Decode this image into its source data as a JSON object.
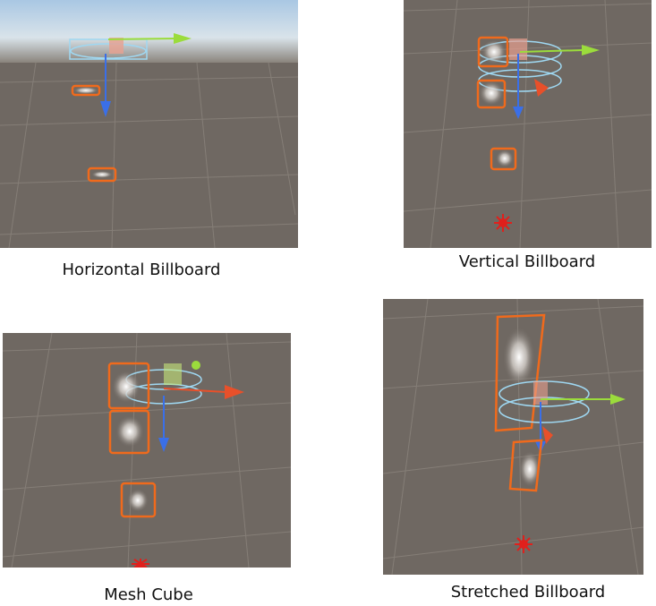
{
  "captions": {
    "horizontal": "Horizontal Billboard",
    "vertical": "Vertical Billboard",
    "mesh": "Mesh Cube",
    "stretched": "Stretched Billboard"
  },
  "colors": {
    "ground": "#6f6862",
    "sky_top": "#b9d4ea",
    "highlight": "#f06a1c",
    "axis_x": "#e8502a",
    "axis_y": "#9bdc3c",
    "axis_z": "#3a6fe8",
    "gizmo_ring": "#9fd8f2",
    "light_icon": "#e0201c"
  }
}
